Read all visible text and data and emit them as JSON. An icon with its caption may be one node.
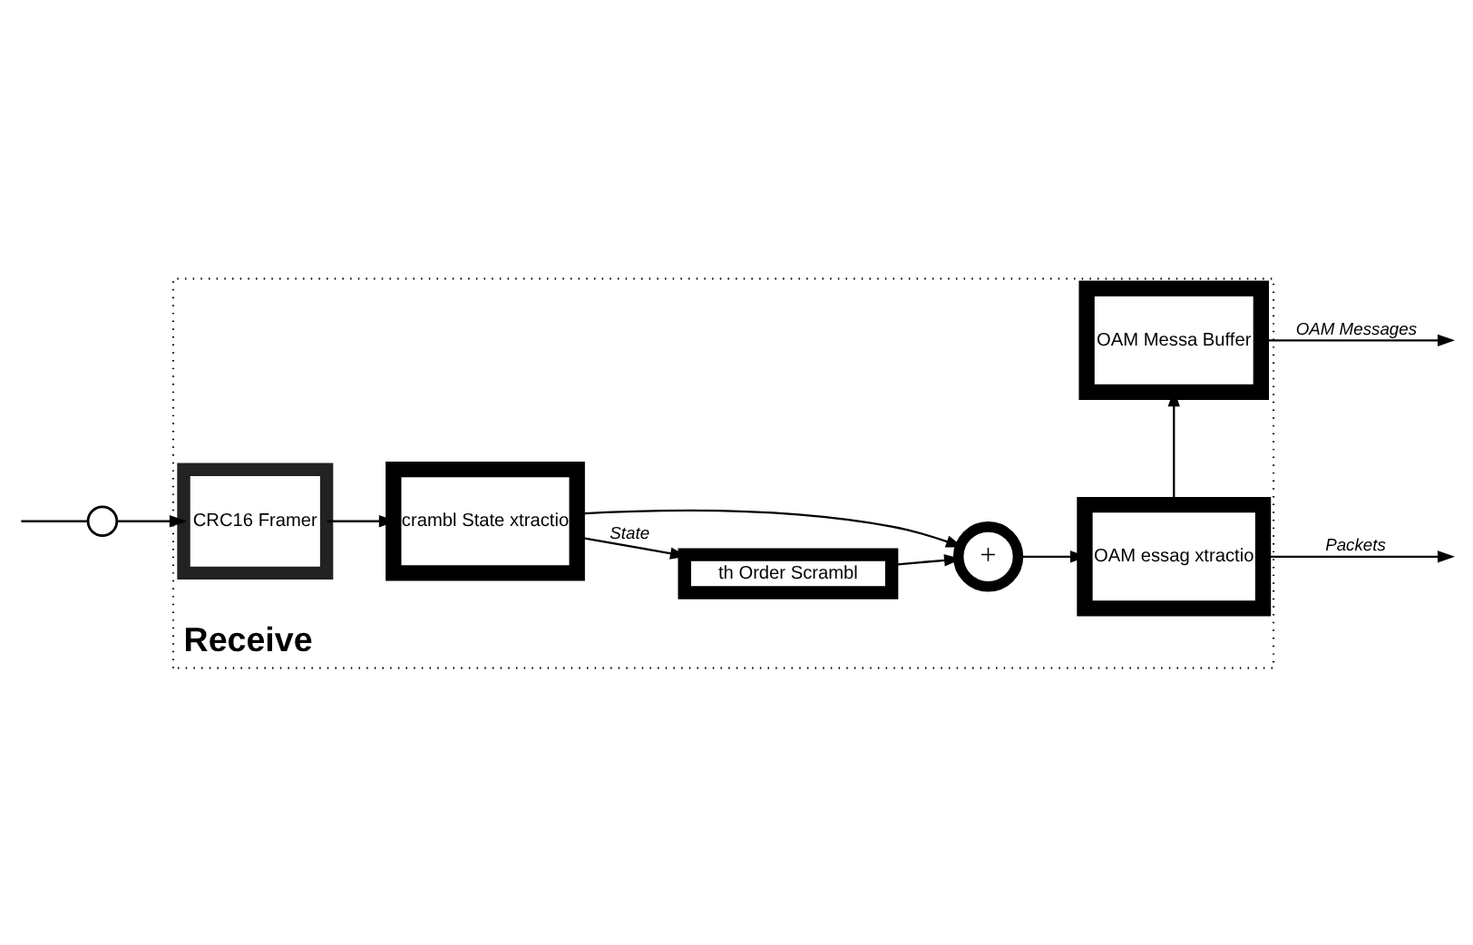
{
  "diagram": {
    "nodes": [
      {
        "text": [
          "Receive"
        ]
      },
      {
        "text": [],
        "shape": "circle"
      },
      {
        "text": [
          "CRC16 Framer"
        ],
        "in": 0
      },
      {
        "text": [
          "crambl State xtractio"
        ],
        "in": 0
      },
      {
        "text": [
          "th Order Scrambl"
        ],
        "in": 0
      },
      {
        "text": [
          "+"
        ],
        "in": 0
      },
      {
        "text": [
          "OAM essag xtractio"
        ],
        "in": 0
      },
      {
        "text": [
          "OAM Messa Buffer"
        ],
        "in": 0
      }
    ],
    "edges": [
      {
        "from": null,
        "to": 1,
        "arrow": "none"
      },
      {
        "from": 1,
        "to": 2,
        "arrow": "to"
      },
      {
        "from": 2,
        "to": 3,
        "arrow": "to"
      },
      {
        "from": 3,
        "to": 4,
        "arrow": "to",
        "label": "State"
      },
      {
        "from": 4,
        "to": 5,
        "arrow": "to"
      },
      {
        "from": 3,
        "to": 5,
        "arrow": "to"
      },
      {
        "from": 5,
        "to": 6,
        "arrow": "to"
      },
      {
        "from": 6,
        "to": null,
        "arrow": "to",
        "label": "Packets"
      },
      {
        "from": 6,
        "to": 7,
        "arrow": "to"
      },
      {
        "from": 7,
        "to": null,
        "arrow": "to",
        "label": "OAM Messages"
      }
    ]
  }
}
